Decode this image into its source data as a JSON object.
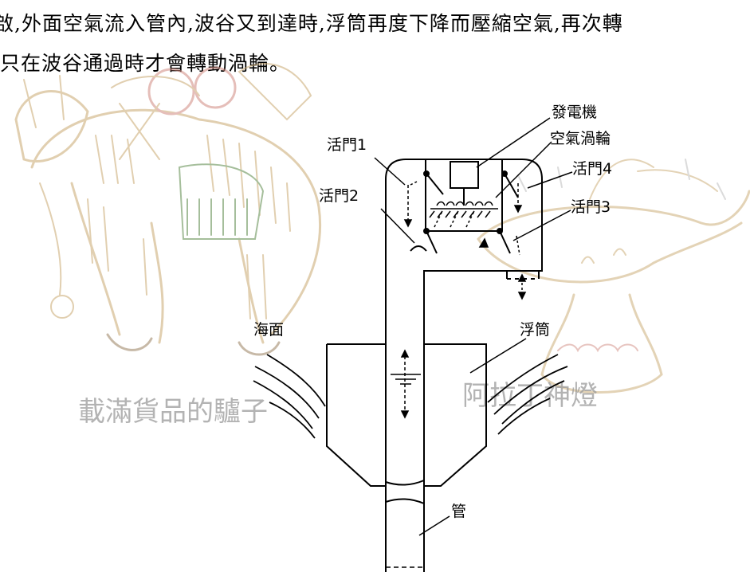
{
  "text": {
    "line1": "啟,外面空氣流入管內,波谷又到達時,浮筒再度下降而壓縮空氣,再次轉",
    "line2": "只在波谷通過時才會轉動渦輪。"
  },
  "labels": {
    "generator": "發電機",
    "air_turbine": "空氣渦輪",
    "valve1": "活門1",
    "valve2": "活門2",
    "valve3": "活門3",
    "valve4": "活門4",
    "sea_surface": "海面",
    "float": "浮筒",
    "pipe": "管"
  },
  "background_captions": {
    "donkey": "載滿貨品的驢子",
    "lamp": "阿拉丁神燈"
  },
  "colors": {
    "sketch_brown": "#c9a870",
    "sketch_red": "#d08a80",
    "sketch_green": "#5c8a4a",
    "sketch_gray": "#b8b8b8"
  }
}
